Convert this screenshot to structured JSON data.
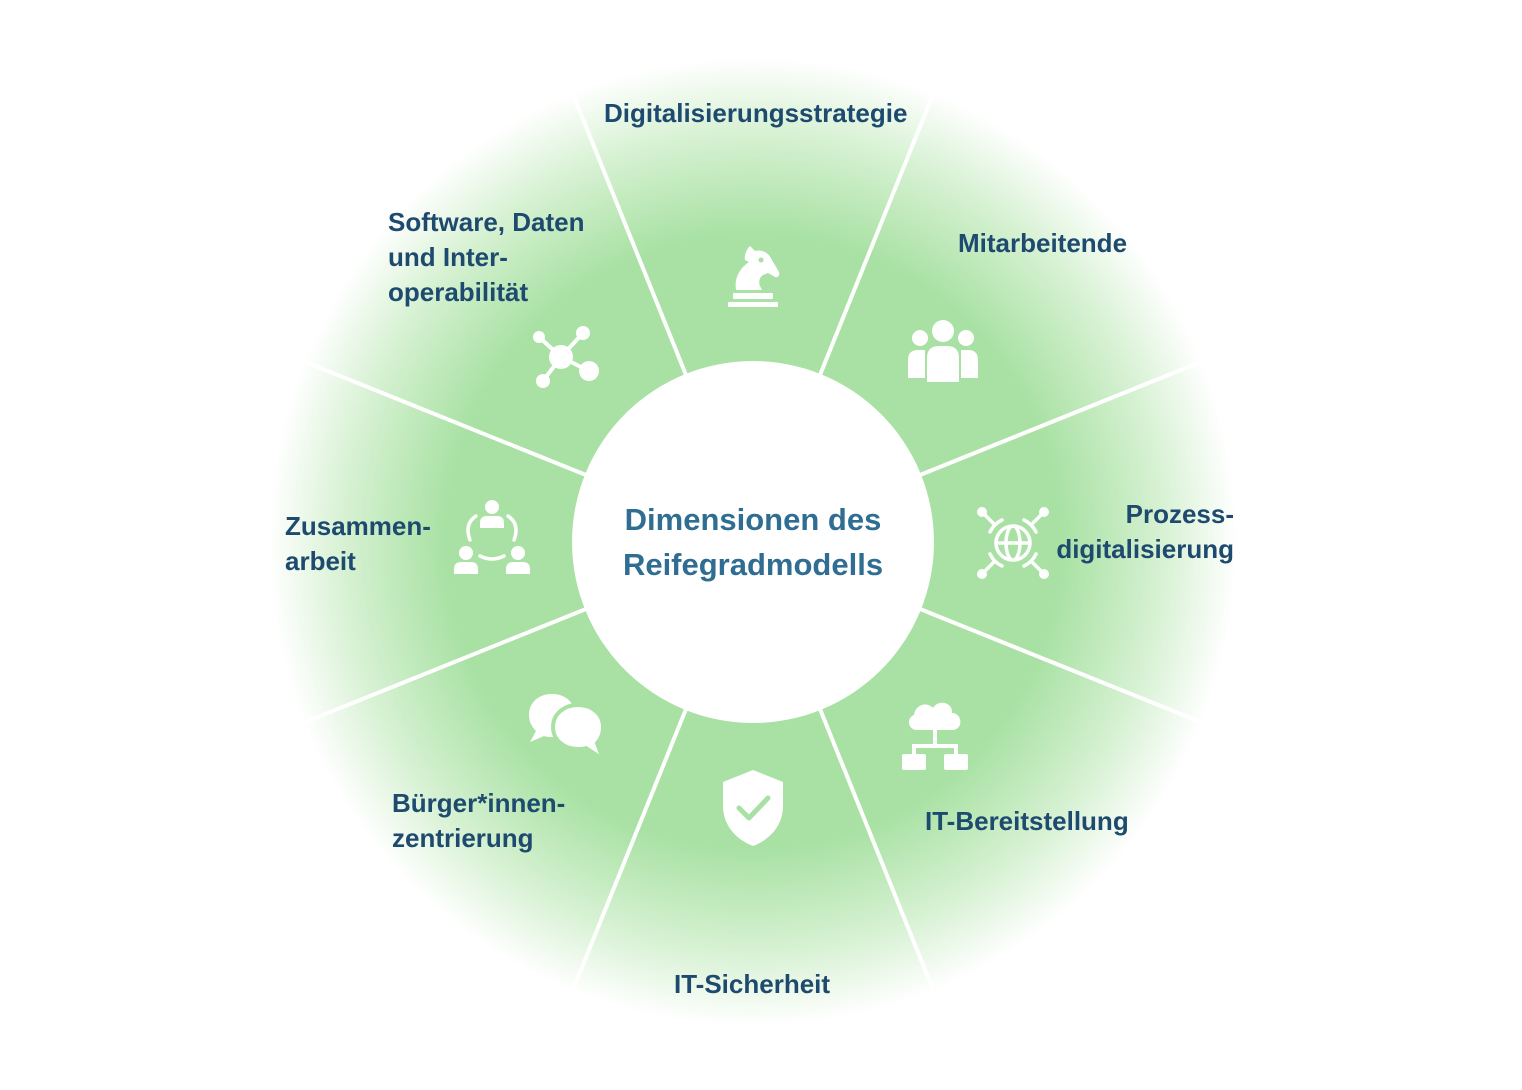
{
  "center": {
    "title": "Dimensionen des\nReifegradmodells"
  },
  "dimensions": [
    {
      "label": "Digitalisierungsstrategie",
      "icon": "chess-knight-icon"
    },
    {
      "label": "Mitarbeitende",
      "icon": "people-group-icon"
    },
    {
      "label": "Prozess-\ndigitalisierung",
      "icon": "globe-network-icon"
    },
    {
      "label": "IT-Bereitstellung",
      "icon": "cloud-network-icon"
    },
    {
      "label": "IT-Sicherheit",
      "icon": "shield-check-icon"
    },
    {
      "label": "Bürger*innen-\nzentrierung",
      "icon": "chat-bubbles-icon"
    },
    {
      "label": "Zusammen-\narbeit",
      "icon": "collaboration-icon"
    },
    {
      "label": "Software, Daten\nund Inter-\noperabilität",
      "icon": "molecule-nodes-icon"
    }
  ],
  "colors": {
    "segment_fill": "#a8e1a3",
    "label_text": "#1d4a6e",
    "center_text": "#2f6e92",
    "separator": "#ffffff"
  }
}
